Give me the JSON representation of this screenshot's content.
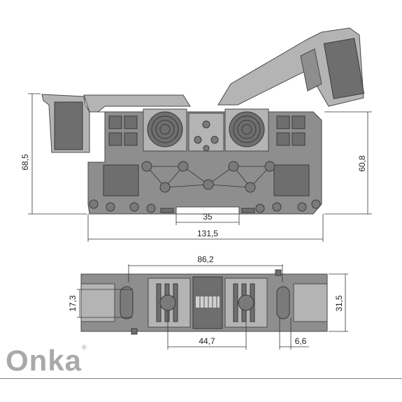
{
  "brand": {
    "name": "Onka",
    "mark": "®"
  },
  "dimensions": {
    "height_overall": "68,5",
    "height_body": "60,8",
    "slot_width": "35",
    "length_overall": "131,5",
    "top_span": "86,2",
    "side_height": "17,3",
    "depth": "31,5",
    "center_span": "44,7",
    "small_gap": "6,6"
  },
  "colors": {
    "body": "#8e8e8e",
    "light": "#b4b4b4",
    "dark": "#6e6e6e",
    "line": "#333333"
  }
}
